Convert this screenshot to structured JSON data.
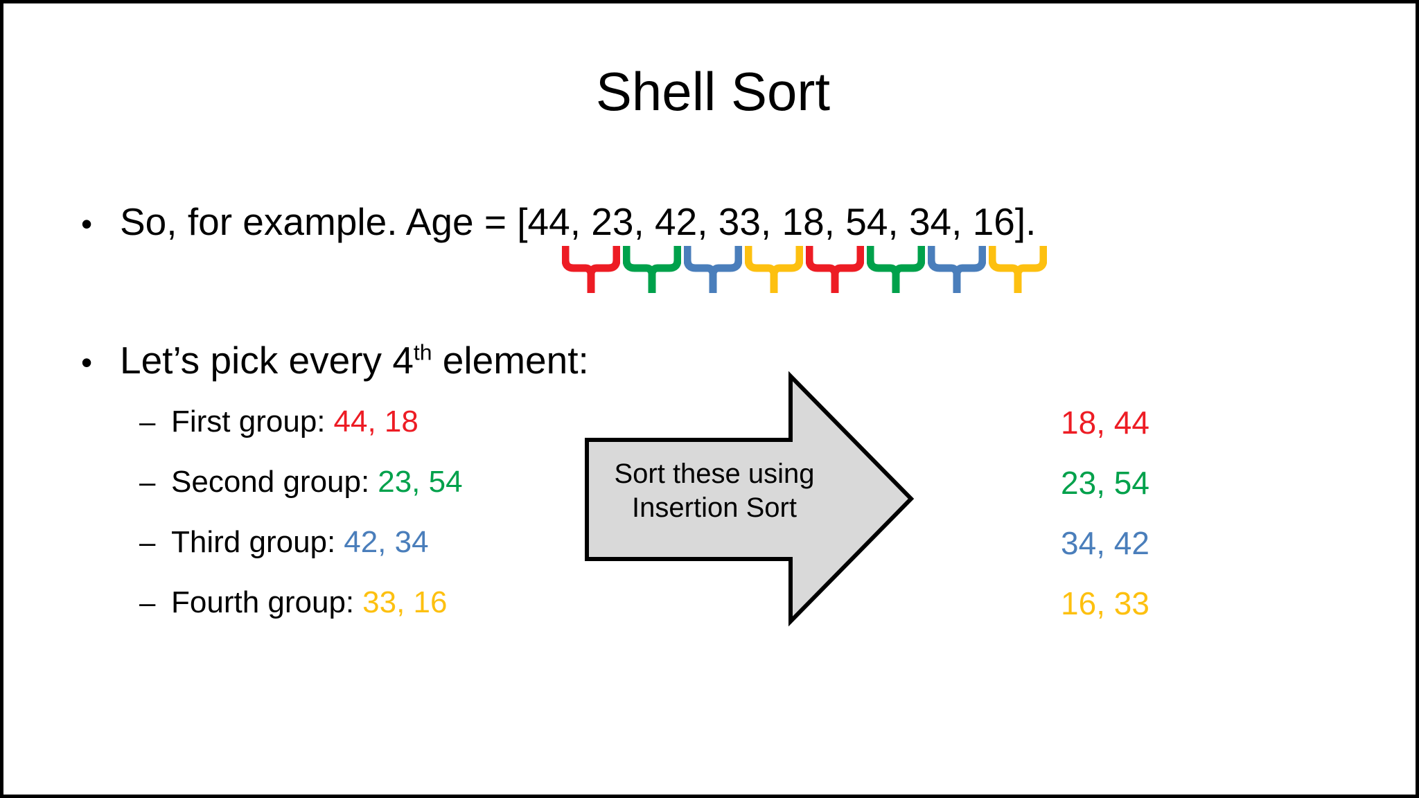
{
  "slide": {
    "title": "Shell Sort",
    "border_color": "#000000",
    "background": "#ffffff"
  },
  "palette": {
    "red": "#ED1C24",
    "green": "#00A14B",
    "blue": "#4A7EBB",
    "yellow": "#FDC010",
    "black": "#000000",
    "arrow_fill": "#D9D9D9",
    "arrow_stroke": "#000000"
  },
  "bullets": [
    {
      "marker": "•",
      "text": "So, for example. Age = [44, 23, 42, 33, 18, 54, 34, 16]."
    },
    {
      "marker": "•",
      "text_before": "Let’s pick every 4",
      "ordinal": "th",
      "text_after": " element:"
    }
  ],
  "array": {
    "label": "Age",
    "values": [
      44,
      23,
      42,
      33,
      18,
      54,
      34,
      16
    ],
    "rendered": "[44, 23, 42, 33, 18, 54, 34, 16]."
  },
  "braces": [
    {
      "color": "#ED1C24",
      "index": 0
    },
    {
      "color": "#00A14B",
      "index": 1
    },
    {
      "color": "#4A7EBB",
      "index": 2
    },
    {
      "color": "#FDC010",
      "index": 3
    },
    {
      "color": "#ED1C24",
      "index": 4
    },
    {
      "color": "#00A14B",
      "index": 5
    },
    {
      "color": "#4A7EBB",
      "index": 6
    },
    {
      "color": "#FDC010",
      "index": 7
    }
  ],
  "groups": [
    {
      "dash": "–",
      "label": "First group:",
      "values": "44, 18",
      "sorted": "18, 44",
      "color": "#ED1C24"
    },
    {
      "dash": "–",
      "label": "Second group:",
      "values": "23, 54",
      "sorted": "23, 54",
      "color": "#00A14B"
    },
    {
      "dash": "–",
      "label": "Third group:",
      "values": "42, 34",
      "sorted": "34, 42",
      "color": "#4A7EBB"
    },
    {
      "dash": "–",
      "label": "Fourth group:",
      "values": "33, 16",
      "sorted": "16, 33",
      "color": "#FDC010"
    }
  ],
  "arrow": {
    "line1": "Sort these using",
    "line2": "Insertion Sort",
    "fill": "#D9D9D9",
    "stroke": "#000000"
  }
}
